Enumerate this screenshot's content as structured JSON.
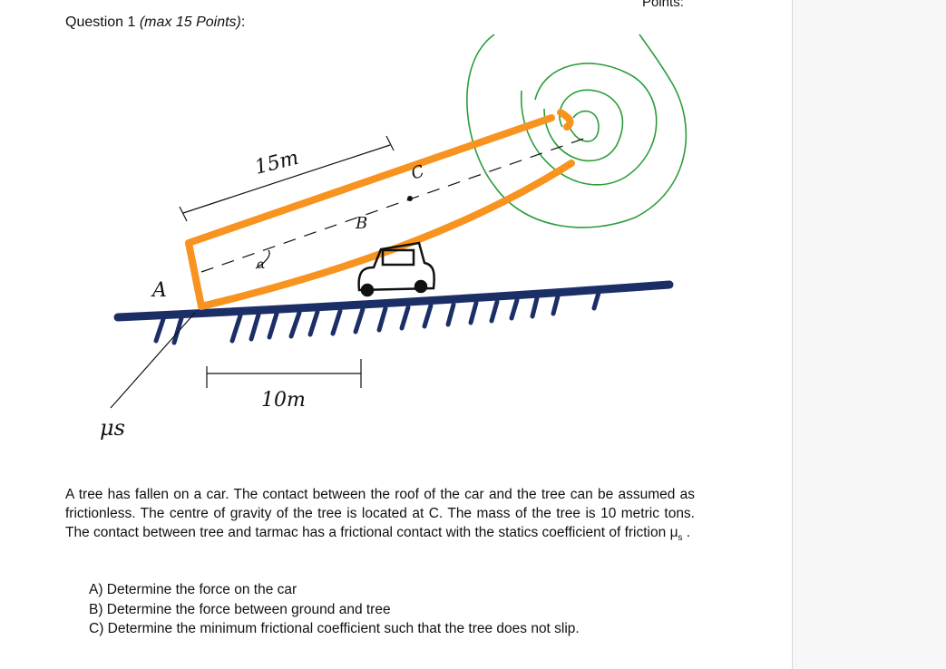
{
  "header": {
    "points_label": "Points:",
    "question_prefix": "Question 1 ",
    "question_points": "(max 15 Points)",
    "question_suffix": ":"
  },
  "figure": {
    "labels": {
      "length_tree": "15m",
      "length_ground": "10m",
      "point_a": "A",
      "point_b": "B",
      "point_c": "C",
      "angle": "α",
      "mu": "μs"
    },
    "colors": {
      "tree": "#f7931e",
      "ground": "#1b2f66",
      "foliage": "#2a9d3a",
      "ink": "#111111"
    }
  },
  "problem": {
    "paragraph": "A tree has fallen on a car. The contact between the roof of the car and the tree can be assumed as frictionless. The centre of gravity of the tree is located at C. The mass of the tree is 10 metric tons. The contact between tree and tarmac has a frictional contact with the statics coefficient of friction",
    "mu_symbol": "μ",
    "mu_sub": "s",
    "paragraph_end": " .",
    "tasks": [
      "A)  Determine the force on the car",
      "B)  Determine the force between ground and  tree",
      "C)  Determine the minimum frictional coefficient such that the tree does not slip."
    ]
  }
}
